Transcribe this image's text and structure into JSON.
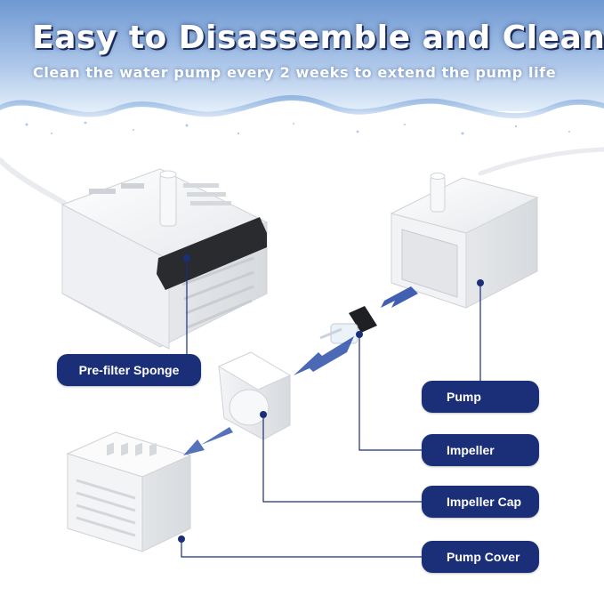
{
  "header": {
    "title": "Easy to Disassemble and Clean",
    "subtitle": "Clean the water pump every 2 weeks to extend the pump life"
  },
  "labels": {
    "prefilter_sponge": "Pre-filter Sponge",
    "pump": "Pump",
    "impeller": "Impeller",
    "impeller_cap": "Impeller Cap",
    "pump_cover": "Pump Cover"
  },
  "colors": {
    "label_bg": "#1b2e78",
    "leader_line": "#1b2e78",
    "arrow": "#2c4fa8",
    "sky_top": "#7fa6d8",
    "water_line": "#dde9f6"
  },
  "icons": [
    "assembly-arrow-icon",
    "leader-dot-icon"
  ]
}
